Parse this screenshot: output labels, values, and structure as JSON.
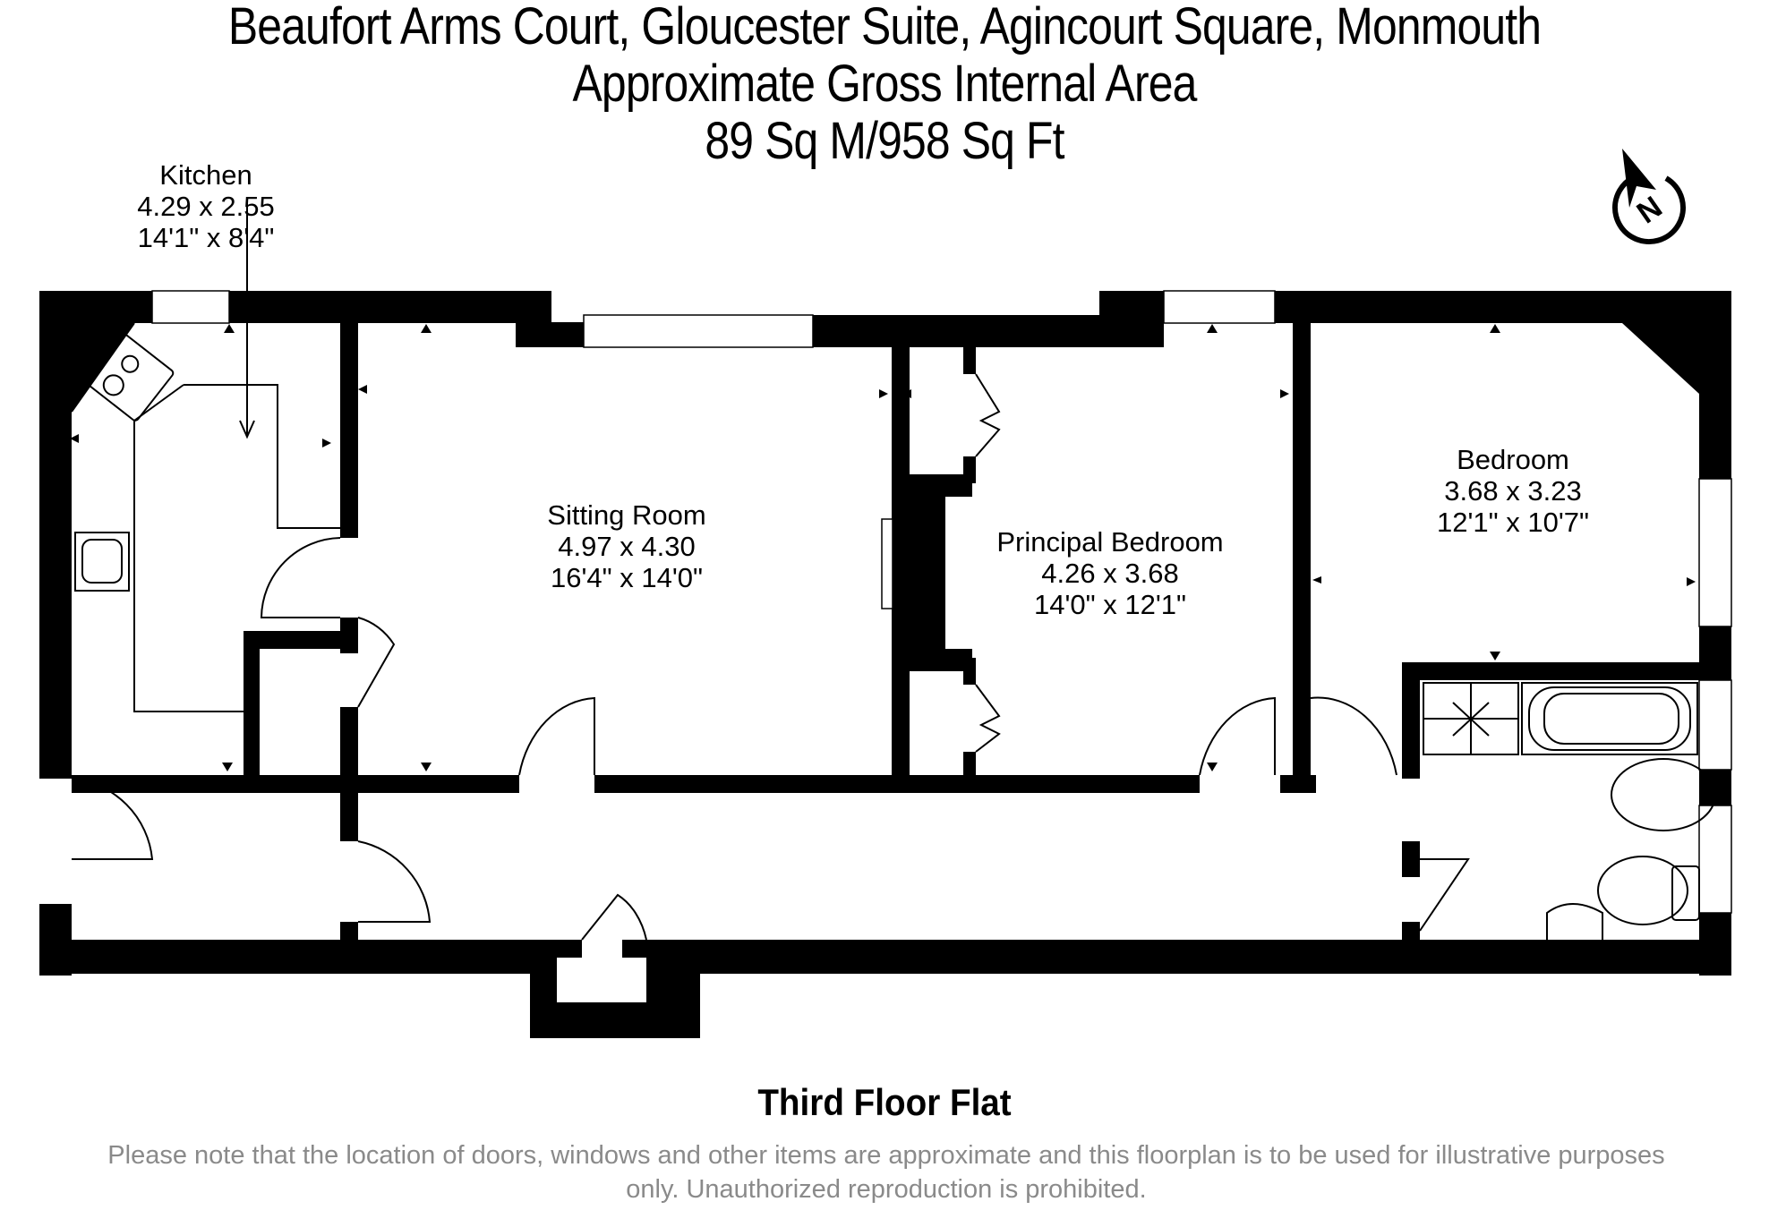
{
  "header": {
    "address": "Beaufort Arms Court, Gloucester Suite, Agincourt Square, Monmouth",
    "area_label": "Approximate Gross Internal Area",
    "area_value": "89 Sq M/958 Sq Ft"
  },
  "compass": {
    "label": "N",
    "icon": "north-arrow-icon"
  },
  "rooms": [
    {
      "name": "Kitchen",
      "metric": "4.29 x 2.55",
      "imperial": "14'1\" x 8'4\""
    },
    {
      "name": "Sitting Room",
      "metric": "4.97 x 4.30",
      "imperial": "16'4\" x 14'0\""
    },
    {
      "name": "Principal Bedroom",
      "metric": "4.26 x 3.68",
      "imperial": "14'0\" x 12'1\""
    },
    {
      "name": "Bedroom",
      "metric": "3.68 x 3.23",
      "imperial": "12'1\" x 10'7\""
    }
  ],
  "footer": {
    "floor_name": "Third Floor Flat",
    "disclaimer": "Please note that the location of doors, windows and other items are approximate and this floorplan is to be used for illustrative purposes only. Unauthorized reproduction is prohibited."
  },
  "colors": {
    "wall": "#000000",
    "background": "#ffffff",
    "disclaimer_text": "#8a8a8a"
  }
}
